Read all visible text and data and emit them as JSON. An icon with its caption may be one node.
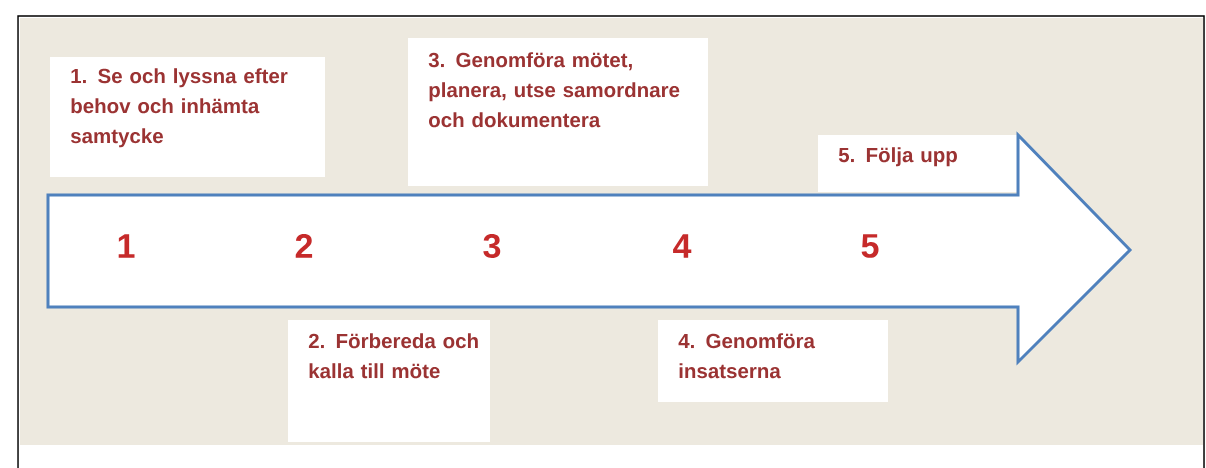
{
  "diagram": {
    "nodes": [
      {
        "text": [
          "1. Se och lyssna efter behov och inhämta samtycke"
        ]
      },
      {
        "text": [
          "3. Genomföra mötet, planera, utse samordnare och dokumentera"
        ]
      },
      {
        "text": [
          "5. Följa upp"
        ]
      },
      {
        "text": [
          "1",
          "2",
          "3",
          "4",
          "5"
        ]
      },
      {
        "text": [
          "2. Förbereda och kalla till möte"
        ]
      },
      {
        "text": [
          "4. Genomföra insatserna"
        ]
      }
    ]
  }
}
